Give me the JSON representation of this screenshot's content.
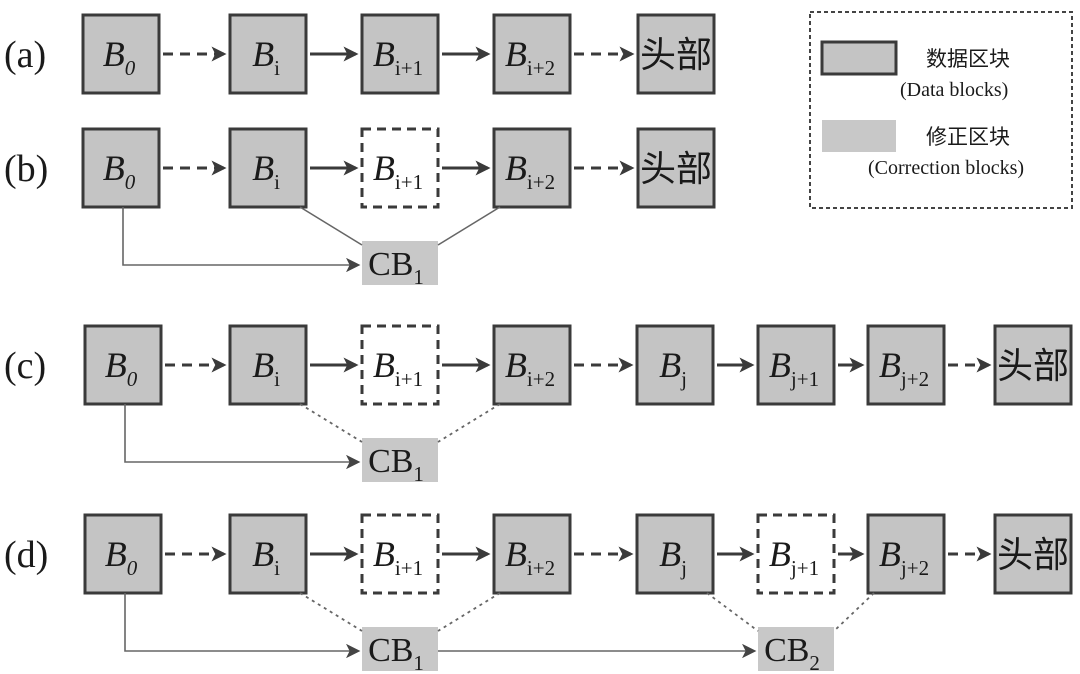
{
  "rows": [
    {
      "label": "(a)",
      "blocks": [
        {
          "base": "B",
          "sub": "0",
          "style": "solid"
        },
        {
          "base": "B",
          "sub": "i",
          "style": "solid"
        },
        {
          "base": "B",
          "sub": "i+1",
          "style": "solid"
        },
        {
          "base": "B",
          "sub": "i+2",
          "style": "solid"
        }
      ],
      "connectors": [
        "dashed",
        "solid",
        "solid",
        "dashed"
      ],
      "head": "头部",
      "corrections": []
    },
    {
      "label": "(b)",
      "blocks": [
        {
          "base": "B",
          "sub": "0",
          "style": "solid"
        },
        {
          "base": "B",
          "sub": "i",
          "style": "solid"
        },
        {
          "base": "B",
          "sub": "i+1",
          "style": "dashed"
        },
        {
          "base": "B",
          "sub": "i+2",
          "style": "solid"
        }
      ],
      "connectors": [
        "dashed",
        "solid",
        "solid",
        "dashed"
      ],
      "head": "头部",
      "corrections": [
        {
          "base": "CB",
          "sub": "1",
          "link": "solid"
        }
      ]
    },
    {
      "label": "(c)",
      "blocks": [
        {
          "base": "B",
          "sub": "0",
          "style": "solid"
        },
        {
          "base": "B",
          "sub": "i",
          "style": "solid"
        },
        {
          "base": "B",
          "sub": "i+1",
          "style": "dashed"
        },
        {
          "base": "B",
          "sub": "i+2",
          "style": "solid"
        },
        {
          "base": "B",
          "sub": "j",
          "style": "solid"
        },
        {
          "base": "B",
          "sub": "j+1",
          "style": "solid"
        },
        {
          "base": "B",
          "sub": "j+2",
          "style": "solid"
        }
      ],
      "connectors": [
        "dashed",
        "solid",
        "solid",
        "dashed",
        "solid",
        "solid",
        "dashed"
      ],
      "head": "头部",
      "corrections": [
        {
          "base": "CB",
          "sub": "1",
          "link": "dotted"
        }
      ]
    },
    {
      "label": "(d)",
      "blocks": [
        {
          "base": "B",
          "sub": "0",
          "style": "solid"
        },
        {
          "base": "B",
          "sub": "i",
          "style": "solid"
        },
        {
          "base": "B",
          "sub": "i+1",
          "style": "dashed"
        },
        {
          "base": "B",
          "sub": "i+2",
          "style": "solid"
        },
        {
          "base": "B",
          "sub": "j",
          "style": "solid"
        },
        {
          "base": "B",
          "sub": "j+1",
          "style": "dashed"
        },
        {
          "base": "B",
          "sub": "j+2",
          "style": "solid"
        }
      ],
      "connectors": [
        "dashed",
        "solid",
        "solid",
        "dashed",
        "solid",
        "solid",
        "dashed"
      ],
      "head": "头部",
      "corrections": [
        {
          "base": "CB",
          "sub": "1",
          "link": "dotted"
        },
        {
          "base": "CB",
          "sub": "2",
          "link": "dotted"
        }
      ]
    }
  ],
  "legend": {
    "data_blocks_cn": "数据区块",
    "data_blocks_en": "(Data blocks)",
    "correction_blocks_cn": "修正区块",
    "correction_blocks_en": "(Correction blocks)"
  },
  "colors": {
    "block_fill": "#c4c4c4",
    "correction_fill": "#c8c8c8",
    "stroke": "#3a3a3a"
  }
}
